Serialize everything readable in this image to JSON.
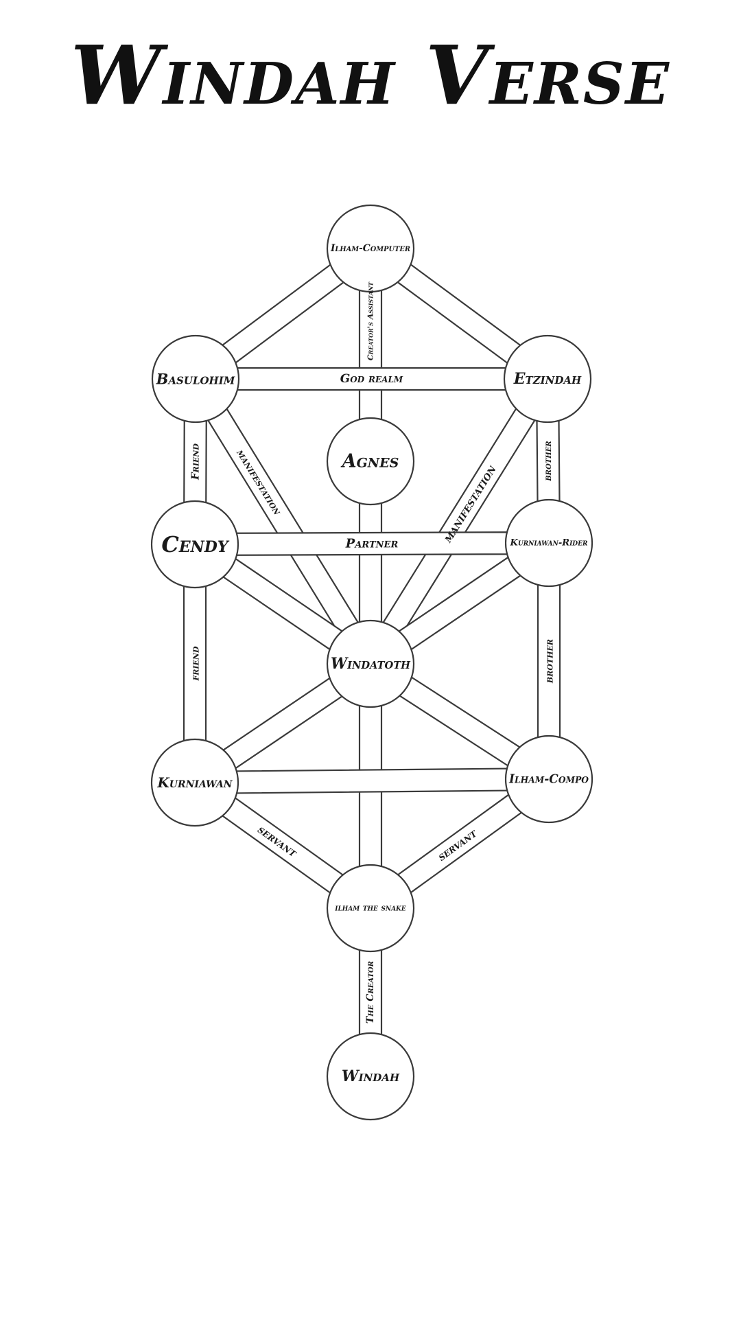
{
  "title": "Windah Verse",
  "nodes": [
    {
      "id": "ilham-computer",
      "label": "Ilham-Computer",
      "size": 14
    },
    {
      "id": "basulohim",
      "label": "Basulohim",
      "size": 21
    },
    {
      "id": "etzindah",
      "label": "Etzindah",
      "size": 22
    },
    {
      "id": "agnes",
      "label": "Agnes",
      "size": 27
    },
    {
      "id": "cendy",
      "label": "Cendy",
      "size": 32
    },
    {
      "id": "kurniawan-rider",
      "label": "Kurniawan-Rider",
      "size": 13
    },
    {
      "id": "windatoth",
      "label": "Windatoth",
      "size": 22
    },
    {
      "id": "kurniawan",
      "label": "Kurniawan",
      "size": 20
    },
    {
      "id": "ilham-compo",
      "label": "Ilham-Compo",
      "size": 18
    },
    {
      "id": "ilham-the-snake",
      "label": "ilham the snake",
      "size": 13
    },
    {
      "id": "windah",
      "label": "Windah",
      "size": 22
    }
  ],
  "edges": [
    {
      "from": "ilham-computer",
      "to": "basulohim",
      "label": ""
    },
    {
      "from": "ilham-computer",
      "to": "etzindah",
      "label": ""
    },
    {
      "from": "ilham-computer",
      "to": "agnes",
      "label": "Creator's Assistant",
      "size": 11
    },
    {
      "from": "basulohim",
      "to": "etzindah",
      "label": "God realm",
      "size": 17
    },
    {
      "from": "basulohim",
      "to": "cendy",
      "label": "Friend",
      "size": 15
    },
    {
      "from": "basulohim",
      "to": "windatoth",
      "label": "manifestation",
      "size": 15
    },
    {
      "from": "etzindah",
      "to": "kurniawan-rider",
      "label": "brother",
      "size": 14
    },
    {
      "from": "etzindah",
      "to": "windatoth",
      "label": "manifestation",
      "size": 18
    },
    {
      "from": "agnes",
      "to": "windatoth",
      "label": ""
    },
    {
      "from": "cendy",
      "to": "kurniawan-rider",
      "label": "Partner",
      "size": 18
    },
    {
      "from": "cendy",
      "to": "windatoth",
      "label": ""
    },
    {
      "from": "cendy",
      "to": "kurniawan",
      "label": "friend",
      "size": 16
    },
    {
      "from": "kurniawan-rider",
      "to": "windatoth",
      "label": ""
    },
    {
      "from": "kurniawan-rider",
      "to": "ilham-compo",
      "label": "brother",
      "size": 16
    },
    {
      "from": "windatoth",
      "to": "kurniawan",
      "label": ""
    },
    {
      "from": "windatoth",
      "to": "ilham-compo",
      "label": ""
    },
    {
      "from": "windatoth",
      "to": "ilham-the-snake",
      "label": ""
    },
    {
      "from": "kurniawan",
      "to": "ilham-compo",
      "label": ""
    },
    {
      "from": "kurniawan",
      "to": "ilham-the-snake",
      "label": "servant",
      "size": 17
    },
    {
      "from": "ilham-compo",
      "to": "ilham-the-snake",
      "label": "servant",
      "size": 17
    },
    {
      "from": "ilham-the-snake",
      "to": "windah",
      "label": "The Creator",
      "size": 14
    }
  ]
}
